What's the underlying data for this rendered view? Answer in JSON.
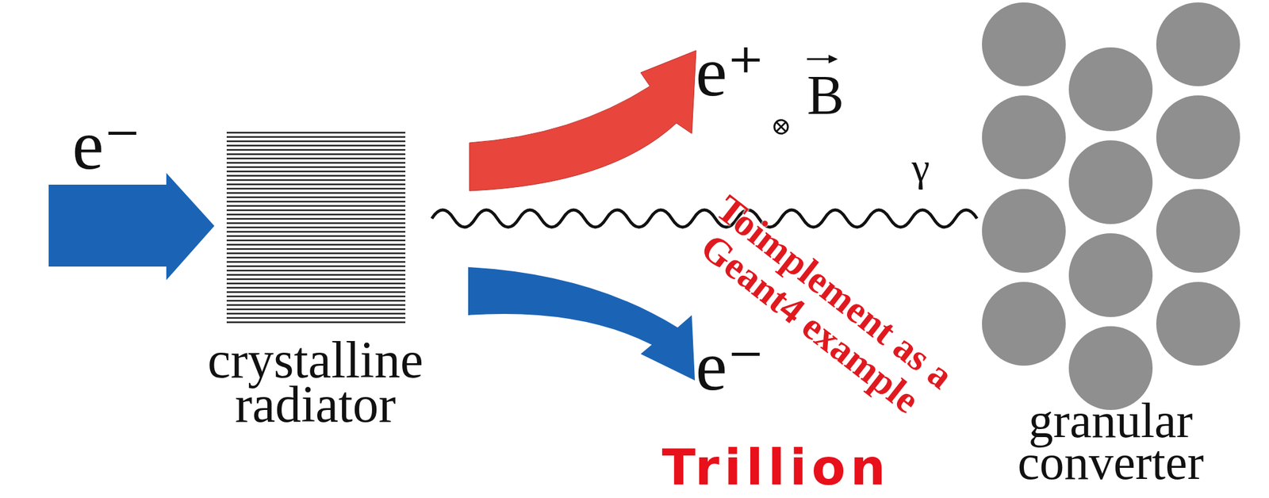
{
  "diagram": {
    "nodes": [
      {
        "text": [
          "crystalline radiator"
        ]
      },
      {
        "text": [
          "granular converter"
        ]
      }
    ],
    "edges": [
      {
        "from": 0,
        "to": 1,
        "arrow": "none",
        "label": "γ"
      }
    ],
    "labels": [
      "e⁻",
      "e⁺",
      "B",
      "e⁻",
      "Toimplement as a Geant4 example",
      "Trillion"
    ]
  }
}
